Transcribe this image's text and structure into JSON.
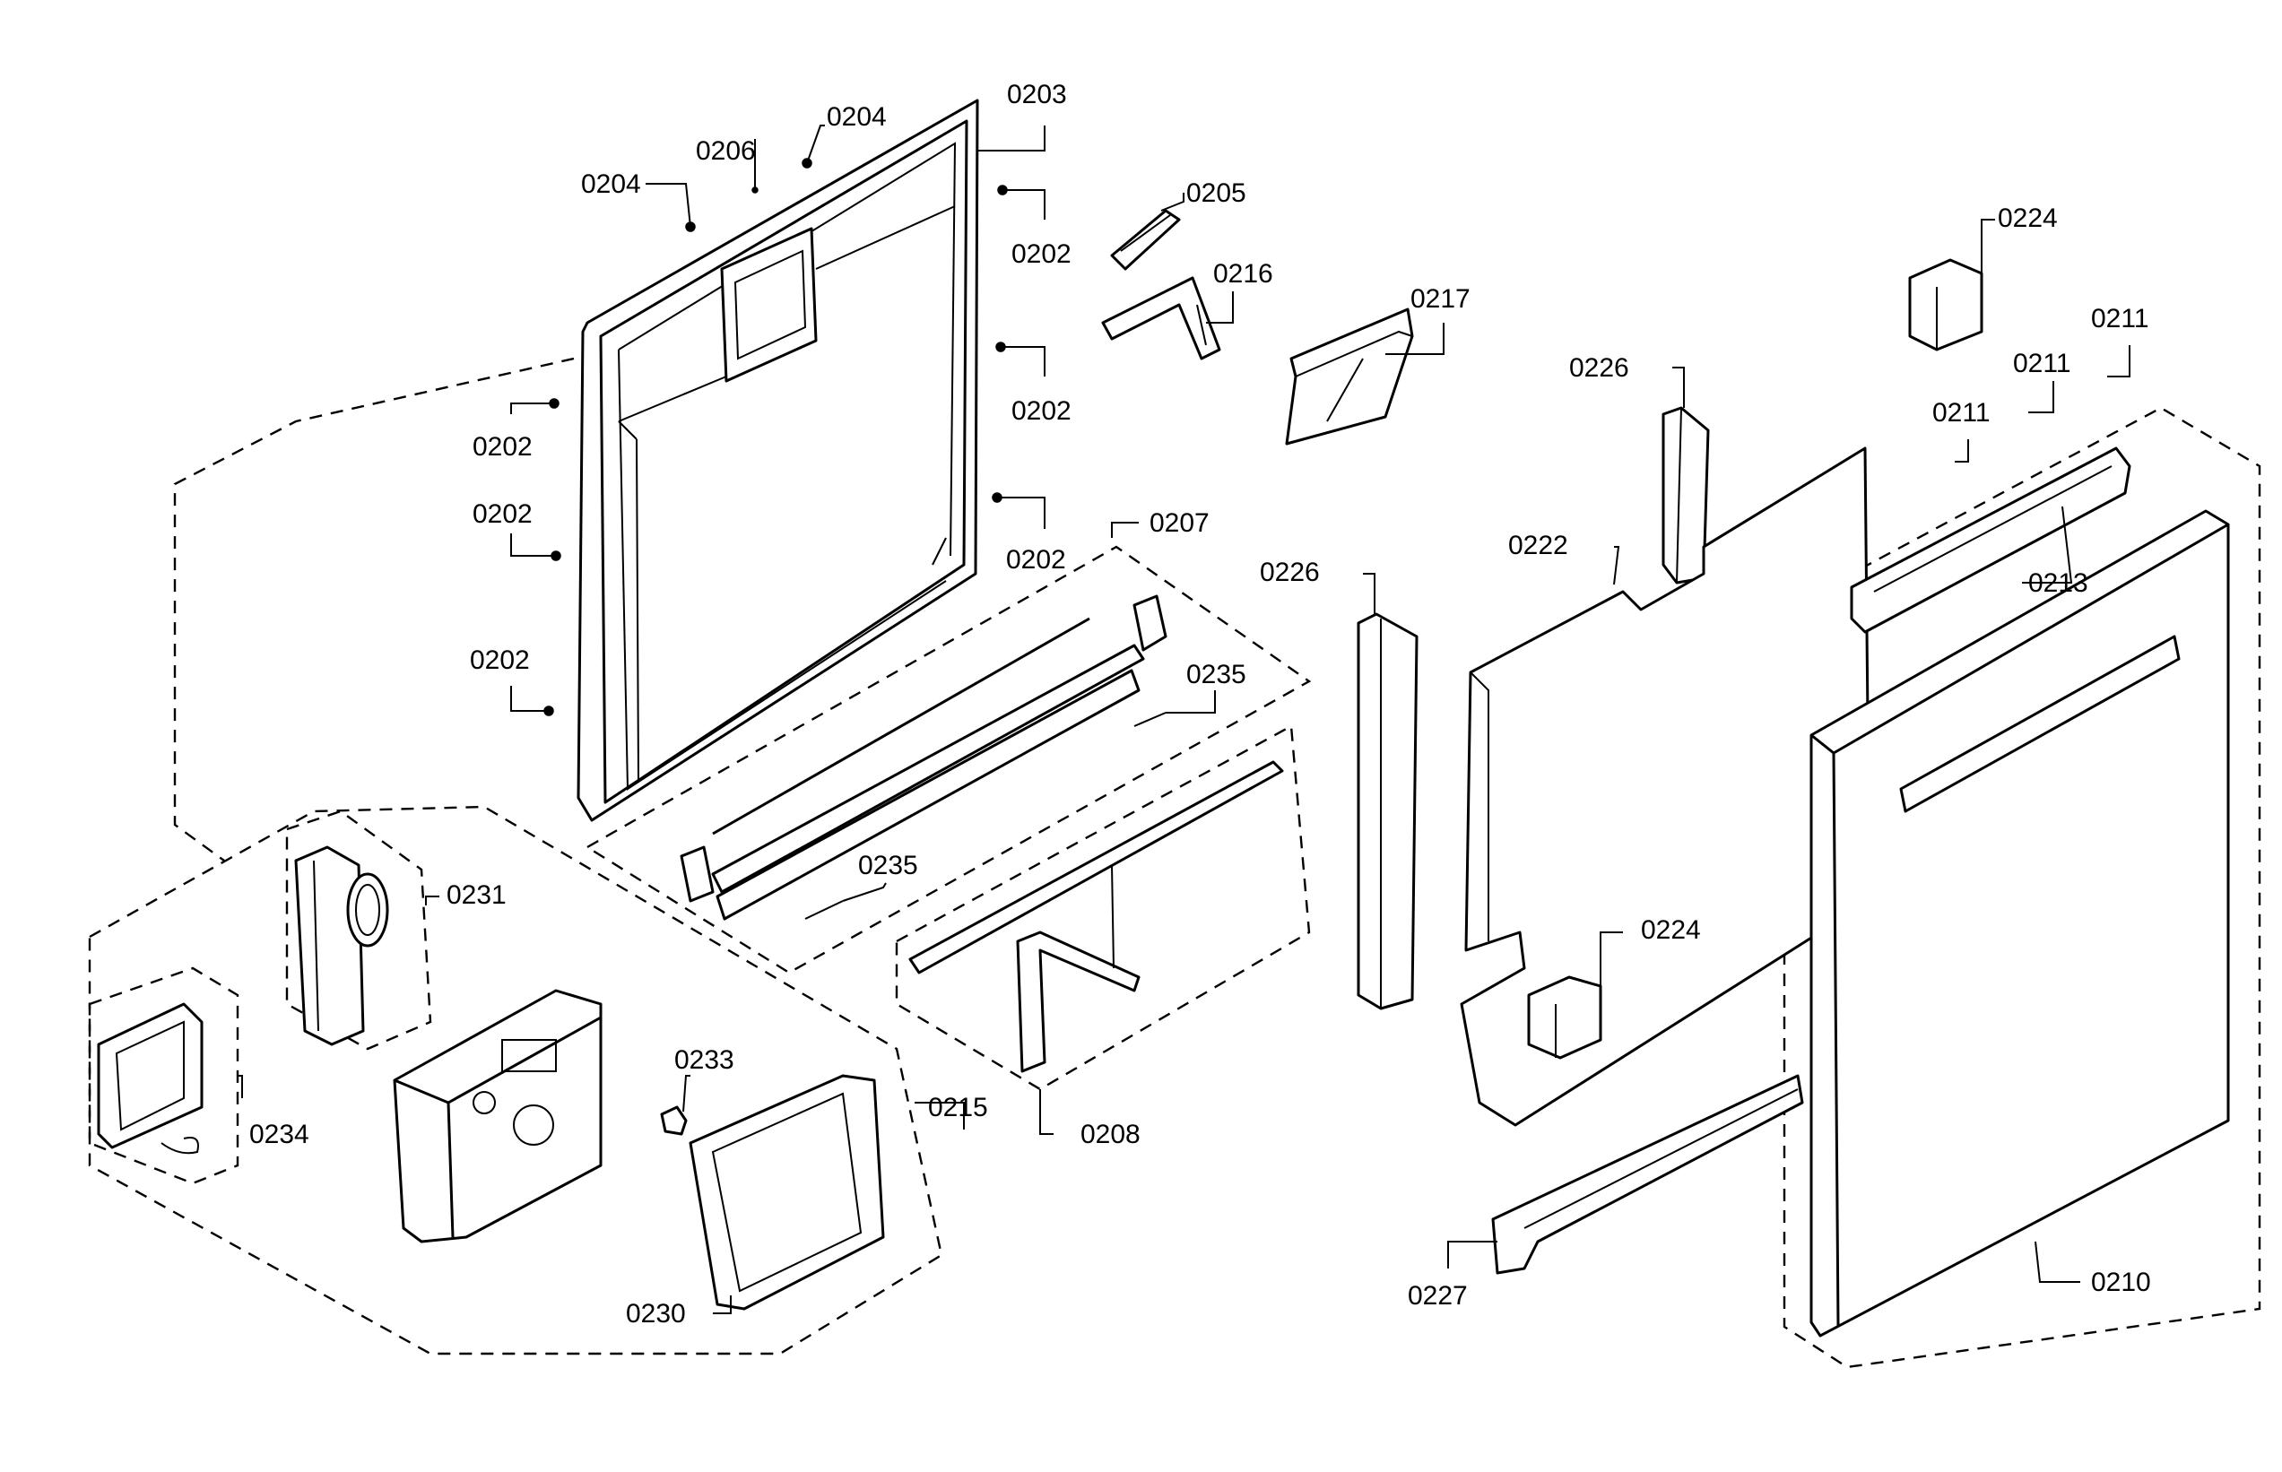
{
  "diagram": {
    "labels": [
      {
        "id": "l0203",
        "text": "0203"
      },
      {
        "id": "l0204a",
        "text": "0204"
      },
      {
        "id": "l0206",
        "text": "0206"
      },
      {
        "id": "l0204b",
        "text": "0204"
      },
      {
        "id": "l0205",
        "text": "0205"
      },
      {
        "id": "l0216",
        "text": "0216"
      },
      {
        "id": "l0217",
        "text": "0217"
      },
      {
        "id": "l0224a",
        "text": "0224"
      },
      {
        "id": "l0211a",
        "text": "0211"
      },
      {
        "id": "l0211b",
        "text": "0211"
      },
      {
        "id": "l0211c",
        "text": "0211"
      },
      {
        "id": "l0226a",
        "text": "0226"
      },
      {
        "id": "l0202a",
        "text": "0202"
      },
      {
        "id": "l0202b",
        "text": "0202"
      },
      {
        "id": "l0202c",
        "text": "0202"
      },
      {
        "id": "l0202d",
        "text": "0202"
      },
      {
        "id": "l0202e",
        "text": "0202"
      },
      {
        "id": "l0202f",
        "text": "0202"
      },
      {
        "id": "l0207",
        "text": "0207"
      },
      {
        "id": "l0222",
        "text": "0222"
      },
      {
        "id": "l0226b",
        "text": "0226"
      },
      {
        "id": "l0213",
        "text": "0213"
      },
      {
        "id": "l0235a",
        "text": "0235"
      },
      {
        "id": "l0235b",
        "text": "0235"
      },
      {
        "id": "l0231",
        "text": "0231"
      },
      {
        "id": "l0224b",
        "text": "0224"
      },
      {
        "id": "l0233",
        "text": "0233"
      },
      {
        "id": "l0215",
        "text": "0215"
      },
      {
        "id": "l0234",
        "text": "0234"
      },
      {
        "id": "l0208",
        "text": "0208"
      },
      {
        "id": "l0227",
        "text": "0227"
      },
      {
        "id": "l0210",
        "text": "0210"
      },
      {
        "id": "l0230",
        "text": "0230"
      }
    ]
  }
}
